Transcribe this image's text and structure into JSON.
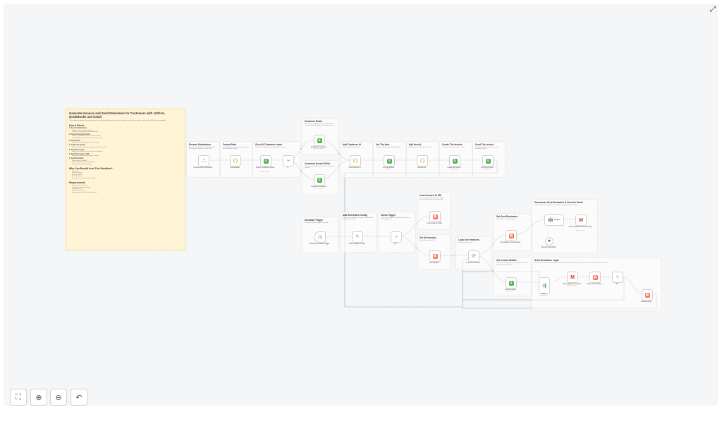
{
  "sticky": {
    "title": "Generate Invoices and Send Reminders for Customers with Jotform, QuickBooks and Gmail",
    "intro": "This workflow automates the entire process of invoicing and follow-ups, from order submission in Jotform to invoice creation in QuickBooks, then reminders.",
    "how_title": "How It Works",
    "steps": [
      {
        "title": "1. Receive Submission",
        "items": [
          "Triggered when a form is submitted",
          "Collects customer, product and order details"
        ]
      },
      {
        "title": "2. Check If Customer Exists",
        "items": [
          "Searches QuickBooks for the customer by email",
          "If found: update details; if not found: create customer"
        ]
      },
      {
        "title": "3. Get Product",
        "items": [
          "Retrieves the selected product or service item"
        ]
      },
      {
        "title": "4. Create The Invoice",
        "items": [
          "Generates an invoice with the customer and product details"
        ]
      },
      {
        "title": "5. Send The Invoice",
        "items": [
          "Emails the invoice to the customer from QuickBooks"
        ]
      },
      {
        "title": "6. Send The Invoice to DB",
        "items": [
          "Stores the invoice in a data table for tracking"
        ]
      },
      {
        "title": "7. Send Reminders",
        "items": [
          "Runs daily on a schedule",
          "Checks unpaid invoices and due dates",
          "Sends reminder emails via Gmail"
        ]
      }
    ],
    "who_title": "Who Can Benefit from This Workflow?",
    "who_items": [
      "Freelancers",
      "Service Providers",
      "Small Businesses",
      "Retail Businesses",
      "E-commerce or Custom Product Sellers"
    ],
    "req_title": "Requirements",
    "req_items": [
      "Jotform account and form",
      "QuickBooks Online credentials",
      "Gmail credentials",
      "Data table for invoices",
      "Customer name, Email, Product, Quantity"
    ]
  },
  "cards": {
    "receive": {
      "title": "Receive Submission",
      "desc": "Receive form submission from Jotform when the customer completes the order form"
    },
    "format": {
      "title": "Format Data",
      "desc": "Formats the data from the Jotform to match the QuickBooks structure"
    },
    "check": {
      "title": "Check If Customer exists",
      "desc": "Check if the customer exists in QuickBooks by email"
    },
    "exists": {
      "title": "Customer Exists",
      "desc": "If the customer already exists we will update the customer details like billing and shipping address"
    },
    "not_exists": {
      "title": "Customer Doesn't Exist",
      "desc": "If the customer doesn't exist we will create the new customer"
    },
    "add_cust": {
      "title": "Add Customer Id",
      "desc": "Adds customer id to the data"
    },
    "get_item": {
      "title": "Get The Item",
      "desc": "Gets the product/service from QuickBooks"
    },
    "add_item": {
      "title": "Add Item Id",
      "desc": "Adds the item id and price to the data"
    },
    "create_inv": {
      "title": "Create The Invoice",
      "desc": "Creates a new invoice for the customer"
    },
    "send_inv": {
      "title": "Send The Invoice",
      "desc": "Sends the newly created invoice to the customer by email"
    },
    "insert_db": {
      "title": "Insert Invoice To DB",
      "desc": "Inserts invoice number, customer details, amount, due date into the invoices table"
    },
    "schedule": {
      "title": "Schedule Trigger",
      "desc": "Schedules reminders trigger every 9 AM"
    },
    "config": {
      "title": "Add Reminders Config",
      "desc": "Add reminder config with the number of days before and after the due date"
    },
    "check_trig": {
      "title": "Check Trigger",
      "desc": "Checks if the process should be run depending on which trigger fired"
    },
    "get_all": {
      "title": "Get All Invoices",
      "desc": "Gets all invoices from DB"
    },
    "loop": {
      "title": "Loop Over Invoices",
      "desc": "Loops over each invoice"
    },
    "get_sent": {
      "title": "Get Sent Reminders",
      "desc": "Gets the sent reminders from DB"
    },
    "summarize": {
      "title": "Summarize Sent Reminders & Send An Email",
      "desc": "Summarizes the sent reminders and sends a summary email to the admin"
    },
    "get_details": {
      "title": "Get Invoice Details",
      "desc": "Gets the invoice details from QuickBooks to check its current status and due date"
    },
    "logic": {
      "title": "Send Reminders Logic",
      "desc": "Checks the current date and compares it with the due date and reminder config, then sends the reminder and saves it to DB"
    }
  },
  "nodes": {
    "receive": {
      "label": "Receive form submission",
      "icon": "jotform-icon"
    },
    "format": {
      "label": "Format data",
      "icon": "code-icon"
    },
    "check": {
      "label": "Check if Customer exists",
      "sub": "getAll: customer",
      "icon": "quickbooks-icon"
    },
    "if1": {
      "label": "If",
      "icon": "if-icon"
    },
    "update": {
      "label": "Update the customer",
      "sub": "update: customer",
      "icon": "quickbooks-icon"
    },
    "create_cust": {
      "label": "Create the customer",
      "sub": "create: customer",
      "icon": "quickbooks-icon"
    },
    "add_cust": {
      "label": "Add customer id",
      "icon": "code-icon"
    },
    "get_item": {
      "label": "Get the product",
      "sub": "get: item",
      "icon": "quickbooks-icon"
    },
    "add_item": {
      "label": "Add item id",
      "icon": "code-icon"
    },
    "create_inv": {
      "label": "Create the invoice",
      "sub": "create: invoice",
      "icon": "quickbooks-icon"
    },
    "send_inv": {
      "label": "Send the invoice",
      "sub": "send: invoice",
      "icon": "quickbooks-icon"
    },
    "insert_db": {
      "label": "Insert invoice to DB",
      "icon": "datatable-icon"
    },
    "schedule": {
      "label": "Schedule reminders trigger",
      "icon": "clock-icon"
    },
    "config": {
      "label": "Add reminders config",
      "sub": "set",
      "icon": "pencil-icon"
    },
    "if2": {
      "label": "If1",
      "icon": "if-icon"
    },
    "get_all": {
      "label": "Get invoices",
      "icon": "datatable-icon"
    },
    "loop": {
      "label": "Loop over invoices",
      "icon": "loop-icon"
    },
    "get_sent": {
      "label": "Get today's sent reminders",
      "icon": "datatable-icon"
    },
    "ai_agent": {
      "label": "AI Agent",
      "icon": "robot-icon"
    },
    "gmail_sum": {
      "label": "Send reminders sent summary",
      "sub": "send: message",
      "icon": "gmail-icon"
    },
    "chat_model": {
      "label": "OpenAI Chat Model",
      "icon": "openai-icon"
    },
    "get_inv": {
      "label": "Get the invoice",
      "sub": "get: invoice",
      "icon": "quickbooks-icon"
    },
    "switch": {
      "label": "Switch",
      "sub": "mode: Rules",
      "icon": "switch-icon"
    },
    "gmail_rem": {
      "label": "Send payment reminder",
      "sub": "send: message",
      "icon": "gmail-icon"
    },
    "save_rem": {
      "label": "Save sent reminder",
      "icon": "datatable-icon"
    },
    "if3": {
      "label": "If2",
      "icon": "if-icon"
    },
    "delete_inv": {
      "label": "Delete invoice",
      "icon": "datatable-icon"
    }
  },
  "controls": {
    "fit": "⛶",
    "zoom_in": "⊕",
    "zoom_out": "⊖",
    "undo": "↶",
    "expand": "⤢"
  },
  "colors": {
    "quickbooks": "#4caf50",
    "datatable": "#ff6d5a",
    "sticky": "#fff4d6"
  }
}
